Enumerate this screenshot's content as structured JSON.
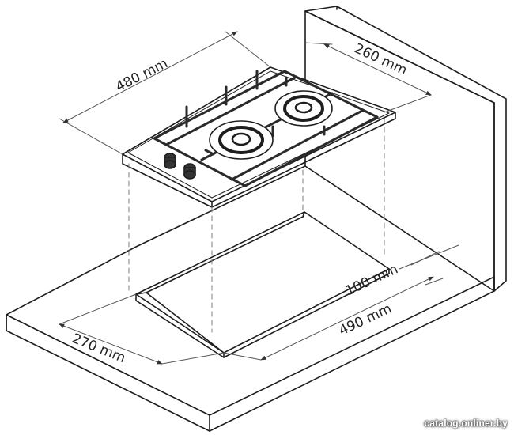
{
  "dimensions": {
    "hob_width": "480 mm",
    "hob_depth": "260 mm",
    "back_clearance": "100 mm",
    "cutout_width": "490 mm",
    "cutout_depth": "270 mm"
  },
  "watermark": "catalog.onliner.by",
  "colors": {
    "line": "#1e1e1e",
    "hidden": "#888888",
    "surface": "#ffffff"
  }
}
